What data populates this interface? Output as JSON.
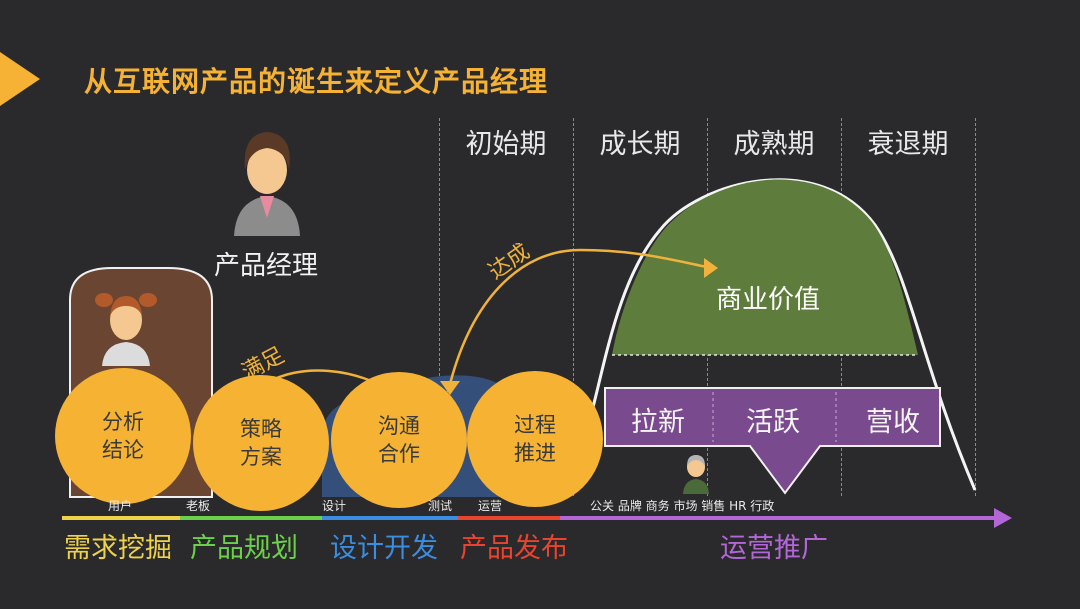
{
  "title": "从互联网产品的诞生来定义产品经理",
  "phases": [
    "初始期",
    "成长期",
    "成熟期",
    "衰退期"
  ],
  "product_manager_label": "产品经理",
  "commercial_value": "商业价值",
  "growth_items": [
    "拉新",
    "活跃",
    "营收"
  ],
  "annotations": {
    "satisfy": "满足",
    "achieve": "达成"
  },
  "circles": [
    "分析\n结论",
    "策略\n方案",
    "沟通\n合作",
    "过程\n推进"
  ],
  "roles": [
    "用户",
    "老板",
    "设计",
    "测试",
    "运营",
    "公关 品牌 商务 市场 销售 HR 行政"
  ],
  "stages": [
    {
      "label": "需求挖掘",
      "color": "#f0d24a"
    },
    {
      "label": "产品规划",
      "color": "#6cd04a"
    },
    {
      "label": "设计开发",
      "color": "#3a8de0"
    },
    {
      "label": "产品发布",
      "color": "#e8442e"
    },
    {
      "label": "运营推广",
      "color": "#b366d8"
    }
  ],
  "colors": {
    "accent": "#f5b234",
    "green": "#5e7c3c",
    "purple": "#7a4a8e"
  }
}
